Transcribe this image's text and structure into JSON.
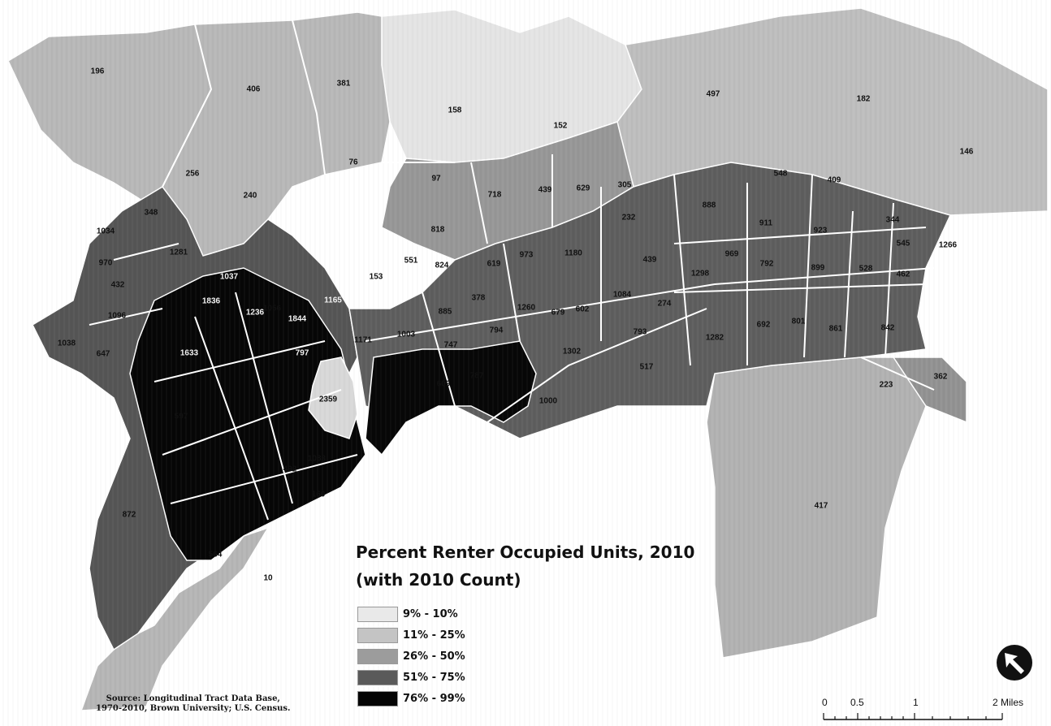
{
  "title_line1": "Percent Renter Occupied Units, 2010",
  "title_line2": "(with 2010 Count)",
  "legend": [
    {
      "label": "9% - 10%",
      "color": "#e9e9e9"
    },
    {
      "label": "11% - 25%",
      "color": "#c4c4c4"
    },
    {
      "label": "26% - 50%",
      "color": "#9c9c9c"
    },
    {
      "label": "51% - 75%",
      "color": "#5a5a5a"
    },
    {
      "label": "76% - 99%",
      "color": "#050505"
    }
  ],
  "source_line1": "Source: Longitudinal Tract Data Base,",
  "source_line2": "1970-2010, Brown University; U.S. Census.",
  "scale": {
    "ticks": [
      "0",
      "0.5",
      "1",
      "2 Miles"
    ]
  },
  "tract_counts": [
    "196",
    "406",
    "381",
    "158",
    "152",
    "497",
    "182",
    "146",
    "256",
    "240",
    "76",
    "97",
    "718",
    "439",
    "629",
    "305",
    "548",
    "409",
    "348",
    "1034",
    "1281",
    "970",
    "432",
    "1096",
    "1038",
    "1037",
    "1836",
    "1236",
    "1844",
    "1165",
    "153",
    "551",
    "824",
    "818",
    "619",
    "973",
    "1180",
    "232",
    "439",
    "888",
    "911",
    "923",
    "344",
    "545",
    "1298",
    "969",
    "792",
    "899",
    "528",
    "462",
    "1633",
    "1056",
    "797",
    "1266",
    "1003",
    "885",
    "378",
    "1260",
    "679",
    "602",
    "1084",
    "274",
    "793",
    "1282",
    "692",
    "801",
    "861",
    "842",
    "1171",
    "747",
    "794",
    "609",
    "787",
    "1302",
    "517",
    "223",
    "362",
    "647",
    "2359",
    "597",
    "1083",
    "492",
    "160",
    "1000",
    "872",
    "564",
    "10",
    "417"
  ],
  "north_arrow": "north-arrow"
}
